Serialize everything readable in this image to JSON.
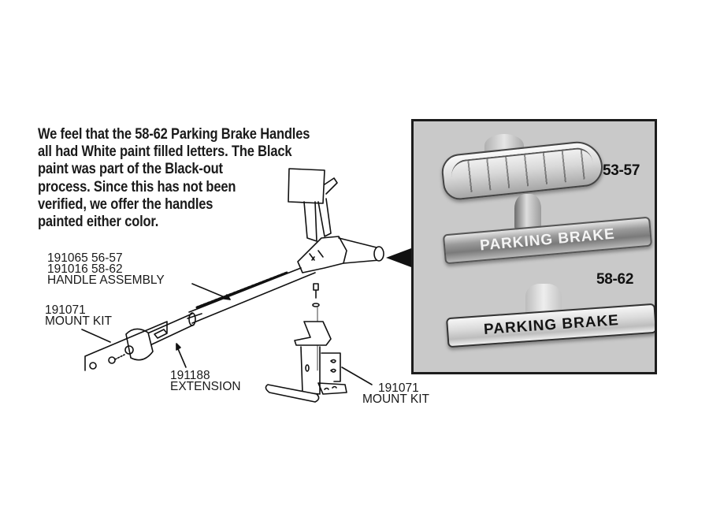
{
  "note": {
    "lines": [
      "We feel that the 58-62 Parking Brake Handles",
      "all had White paint filled letters. The Black",
      "paint was part of the Black-out",
      "process. Since this has not been",
      "verified, we offer the handles",
      "painted either color."
    ]
  },
  "callouts": {
    "handle_assembly": {
      "line1": "191065  56-57",
      "line2": "191016  58-62",
      "line3": "HANDLE ASSEMBLY"
    },
    "mount_kit_left": {
      "part_number": "191071",
      "label": "MOUNT KIT"
    },
    "extension": {
      "part_number": "191188",
      "label": "EXTENSION"
    },
    "mount_kit_right": {
      "part_number": "191071",
      "label": "MOUNT KIT"
    }
  },
  "photo_panel": {
    "year_labels": [
      "53-57",
      "58-62"
    ],
    "handles": [
      {
        "text": "PARKING BRAKE",
        "letter_fill": "white"
      },
      {
        "text": "PARKING BRAKE",
        "letter_fill": "black"
      }
    ],
    "background_color": "#c9c9c9",
    "border_color": "#1c1c1c"
  }
}
